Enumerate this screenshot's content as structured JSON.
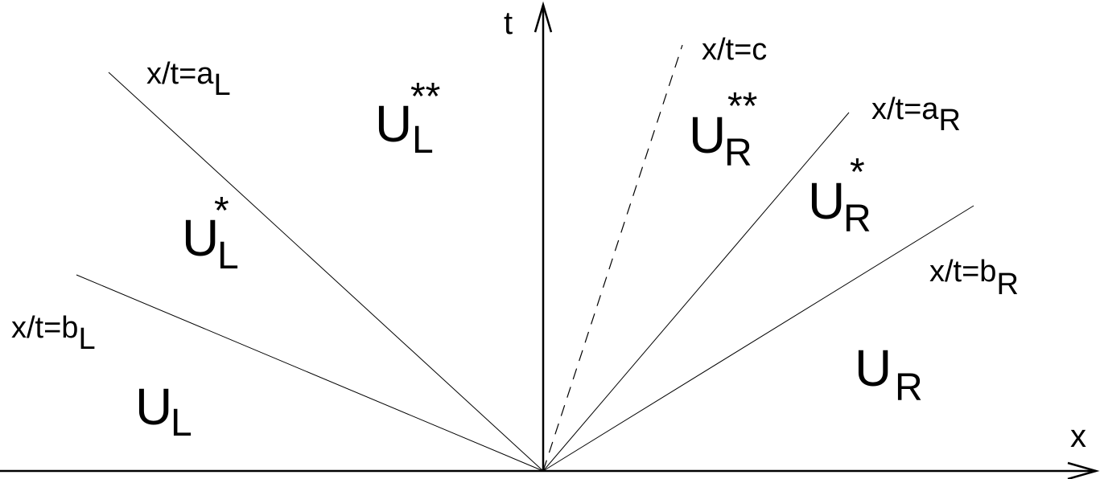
{
  "axes": {
    "x_label": "x",
    "t_label": "t"
  },
  "lines": {
    "bL": {
      "lhs": "x/t=b",
      "sub": "L"
    },
    "aL": {
      "lhs": "x/t=a",
      "sub": "L"
    },
    "c": {
      "lhs": "x/t=c"
    },
    "aR": {
      "lhs": "x/t=a",
      "sub": "R"
    },
    "bR": {
      "lhs": "x/t=b",
      "sub": "R"
    }
  },
  "states": {
    "UL": {
      "base": "U",
      "sub": "L"
    },
    "UL_s": {
      "base": "U",
      "sub": "L",
      "sup": "*"
    },
    "UL_ss": {
      "base": "U",
      "sub": "L",
      "sup": "**"
    },
    "UR_ss": {
      "base": "U",
      "sub": "R",
      "sup": "**"
    },
    "UR_s": {
      "base": "U",
      "sub": "R",
      "sup": "*"
    },
    "UR": {
      "base": "U",
      "sub": "R"
    }
  }
}
